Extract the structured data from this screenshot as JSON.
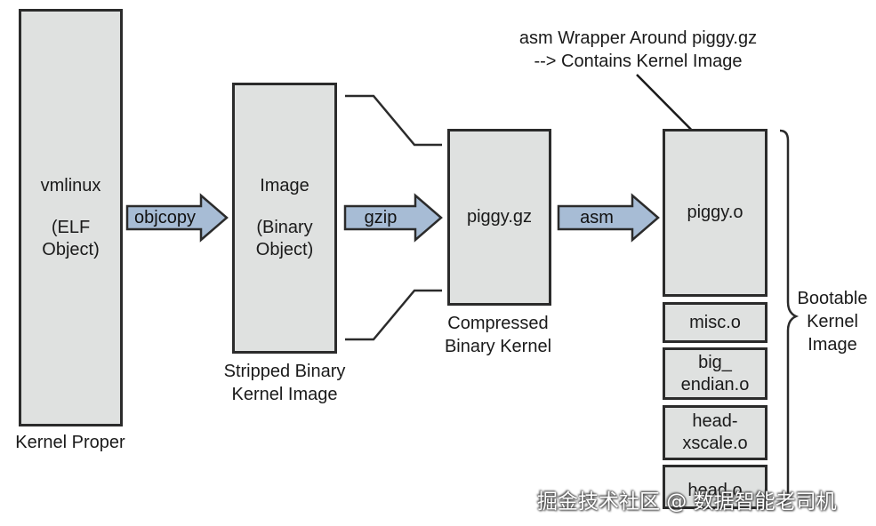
{
  "boxes": {
    "vmlinux": {
      "title": "vmlinux",
      "sub1": "(ELF",
      "sub2": "Object)"
    },
    "image": {
      "title": "Image",
      "sub1": "(Binary",
      "sub2": "Object)"
    },
    "piggy_gz": {
      "title": "piggy.gz"
    },
    "piggy_o": {
      "title": "piggy.o"
    },
    "misc_o": {
      "title": "misc.o"
    },
    "big_endian": {
      "line1": "big_",
      "line2": "endian.o"
    },
    "head_xscale": {
      "line1": "head-",
      "line2": "xscale.o"
    },
    "head_last": {
      "title": "head.o"
    }
  },
  "arrows": {
    "objcopy": "objcopy",
    "gzip": "gzip",
    "asm": "asm"
  },
  "labels": {
    "kernel_proper": "Kernel Proper",
    "stripped_line1": "Stripped Binary",
    "stripped_line2": "Kernel Image",
    "compressed_line1": "Compressed",
    "compressed_line2": "Binary Kernel",
    "wrapper_line1": "asm Wrapper Around piggy.gz",
    "wrapper_line2": "--> Contains Kernel Image",
    "bootable_line1": "Bootable",
    "bootable_line2": "Kernel",
    "bootable_line3": "Image"
  },
  "watermark": "掘金技术社区 @ 数据智能老司机",
  "colors": {
    "box_fill": "#dfe1e0",
    "arrow_fill": "#a7bcd5",
    "stroke": "#2b2b2b"
  }
}
